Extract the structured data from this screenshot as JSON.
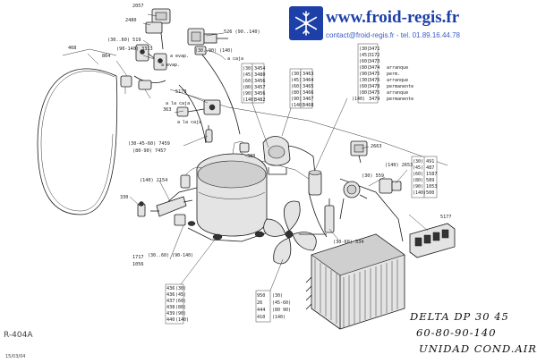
{
  "header": {
    "site": "www.froid-regis.fr",
    "contact": "contact@froid-regis.fr - tel. 01.89.16.44.78",
    "logo_icon": "snowflake-icon",
    "colors": {
      "brand": "#1c3fa8",
      "contact": "#3a5bc7"
    }
  },
  "title": {
    "line1": "DELTA DP 30 45",
    "line2": "60-80-90-140",
    "line3": "UNIDAD COND.AIRE"
  },
  "refrigerant": "R-404A",
  "date": "15/03/04",
  "callouts": {
    "top_left": [
      {
        "id": "c2057",
        "text": "2057"
      },
      {
        "id": "c2480",
        "text": "2480"
      },
      {
        "id": "c519",
        "text": "(30..60) 519"
      },
      {
        "id": "c3313",
        "text": "(90-140) 3313"
      },
      {
        "id": "c526",
        "text": "526 (90..140)"
      },
      {
        "id": "c468",
        "text": "468"
      },
      {
        "id": "c864",
        "text": "864"
      },
      {
        "id": "c5173",
        "text": "5173"
      },
      {
        "id": "c363",
        "text": "363"
      },
      {
        "id": "c7459",
        "text": "(30-45-60) 7459"
      },
      {
        "id": "c7457",
        "text": "(80-90) 7457"
      },
      {
        "id": "c380",
        "text": "380"
      },
      {
        "id": "c2154",
        "text": "(140) 2154"
      },
      {
        "id": "c330",
        "text": "330"
      },
      {
        "id": "c1717",
        "text": "1717"
      },
      {
        "id": "c1056",
        "text": "1056"
      }
    ],
    "side_notes": [
      {
        "id": "n_evap",
        "text": "a evap."
      },
      {
        "id": "n_evap2",
        "text": "a evap."
      },
      {
        "id": "n_caja",
        "text": "a caja"
      },
      {
        "id": "n_caja2",
        "text": "a la caja"
      },
      {
        "id": "n_caja3",
        "text": "a la caja"
      },
      {
        "id": "n_range",
        "text": "(30..60) (90-140)"
      },
      {
        "id": "n_range2",
        "text": "(30..90) (140)"
      }
    ],
    "group_a": [
      {
        "model": "(30)",
        "part": "3454"
      },
      {
        "model": "(45)",
        "part": "3480"
      },
      {
        "model": "(60)",
        "part": "3456"
      },
      {
        "model": "(80)",
        "part": "3457"
      },
      {
        "model": "(90)",
        "part": "3456"
      },
      {
        "model": "(140)",
        "part": "3482"
      }
    ],
    "group_b": [
      {
        "model": "(30)",
        "part": "3463"
      },
      {
        "model": "(45)",
        "part": "3464"
      },
      {
        "model": "(60)",
        "part": "3465"
      },
      {
        "model": "(80)",
        "part": "3466"
      },
      {
        "model": "(90)",
        "part": "3467"
      },
      {
        "model": "(140)",
        "part": "3468"
      }
    ],
    "group_c": [
      {
        "model": "(30)",
        "part": "3471",
        "note": ""
      },
      {
        "model": "(45)",
        "part": "3172",
        "note": ""
      },
      {
        "model": "(60)",
        "part": "3473",
        "note": ""
      },
      {
        "model": "(80)",
        "part": "3474",
        "note": "arranque"
      },
      {
        "model": "(90)",
        "part": "3475",
        "note": "perm."
      },
      {
        "model": "(30)",
        "part": "3476",
        "note": "arranque"
      },
      {
        "model": "(60)",
        "part": "3478",
        "note": "permanente"
      },
      {
        "model": "(80)",
        "part": "3475",
        "note": "arranque"
      },
      {
        "model": "(140)",
        "part": "3479",
        "note": "permanente"
      }
    ],
    "right_group": [
      {
        "model": "(30)",
        "part": "491"
      },
      {
        "model": "(45)",
        "part": "487"
      },
      {
        "model": "(60)",
        "part": "1587"
      },
      {
        "model": "(80)",
        "part": "589"
      },
      {
        "model": "(90)",
        "part": "1053"
      },
      {
        "model": "(140)",
        "part": "500"
      }
    ],
    "right_single": [
      {
        "id": "c2663",
        "text": "2663"
      },
      {
        "id": "c559",
        "text": "(30) 559"
      },
      {
        "id": "c5177",
        "text": "5177"
      },
      {
        "id": "c334",
        "text": "(30-60) 334"
      },
      {
        "id": "c2653",
        "text": "(140) 2653"
      }
    ],
    "bottom_left": [
      {
        "part": "436",
        "model": "(30)"
      },
      {
        "part": "436",
        "model": "(45)"
      },
      {
        "part": "437",
        "model": "(60)"
      },
      {
        "part": "438",
        "model": "(80)"
      },
      {
        "part": "439",
        "model": "(90)"
      },
      {
        "part": "440",
        "model": "(140)"
      }
    ],
    "bottom_mid": [
      {
        "part": "950",
        "model": "(30)"
      },
      {
        "part": "26",
        "model": "(45-60)"
      },
      {
        "part": "444",
        "model": "(80 90)"
      },
      {
        "part": "410",
        "model": "(140)"
      }
    ]
  }
}
